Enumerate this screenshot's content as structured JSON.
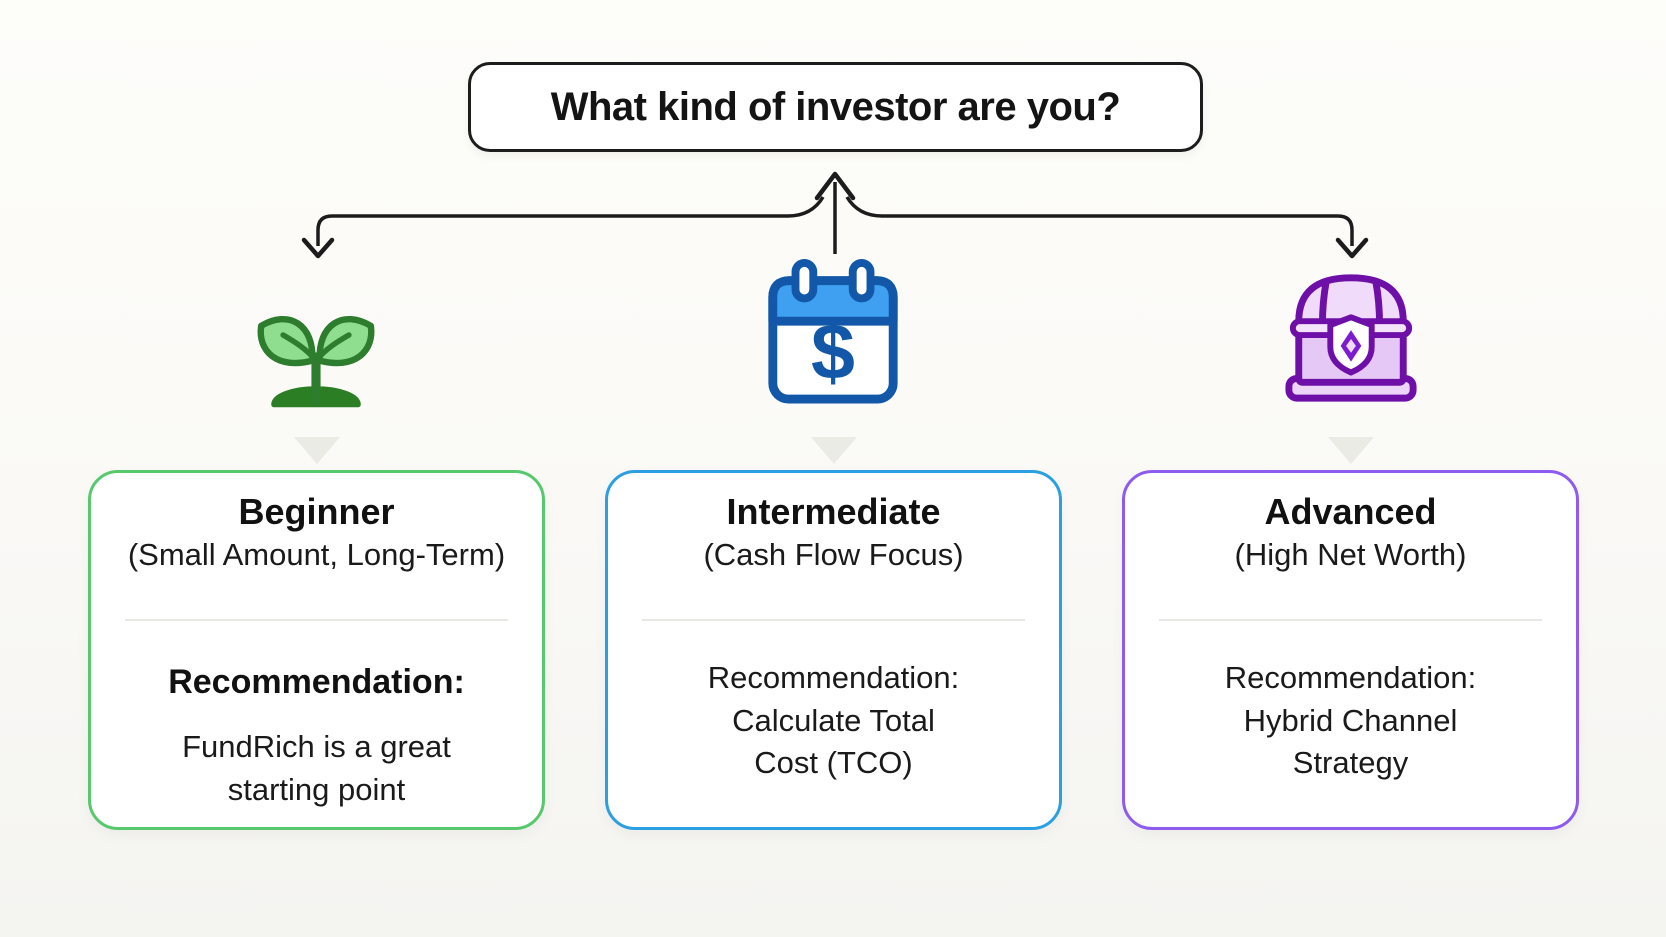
{
  "header": {
    "title": "What kind of investor are you?"
  },
  "icons": {
    "beginner": "seedling-icon",
    "intermediate": "calendar-dollar-icon",
    "advanced": "treasure-chest-icon",
    "dollar_glyph": "$"
  },
  "cards": [
    {
      "title": "Beginner",
      "subtitle": "(Small Amount, Long-Term)",
      "rec_label": "Recommendation:",
      "rec_lines": [
        "FundRich is a great",
        "starting point"
      ],
      "accent": "#57c86c"
    },
    {
      "title": "Intermediate",
      "subtitle": "(Cash Flow Focus)",
      "rec_label": "Recommendation:",
      "rec_lines": [
        "Calculate Total",
        "Cost (TCO)"
      ],
      "accent": "#2b9fe2"
    },
    {
      "title": "Advanced",
      "subtitle": "(High Net Worth)",
      "rec_label": "Recommendation:",
      "rec_lines": [
        "Hybrid Channel",
        "Strategy"
      ],
      "accent": "#8d5bf0"
    }
  ],
  "colors": {
    "connector": "#1c1c1c",
    "title_border": "#1d1d1d",
    "caret": "#ebebe6",
    "seedling_leaf": "#8fde90",
    "seedling_stroke": "#2e7d2e",
    "calendar_stroke": "#1257a8",
    "calendar_header": "#3fa0f2",
    "chest_stroke": "#6e10a8",
    "chest_fill": "#ecd5f9",
    "background": "#faf9f6"
  }
}
